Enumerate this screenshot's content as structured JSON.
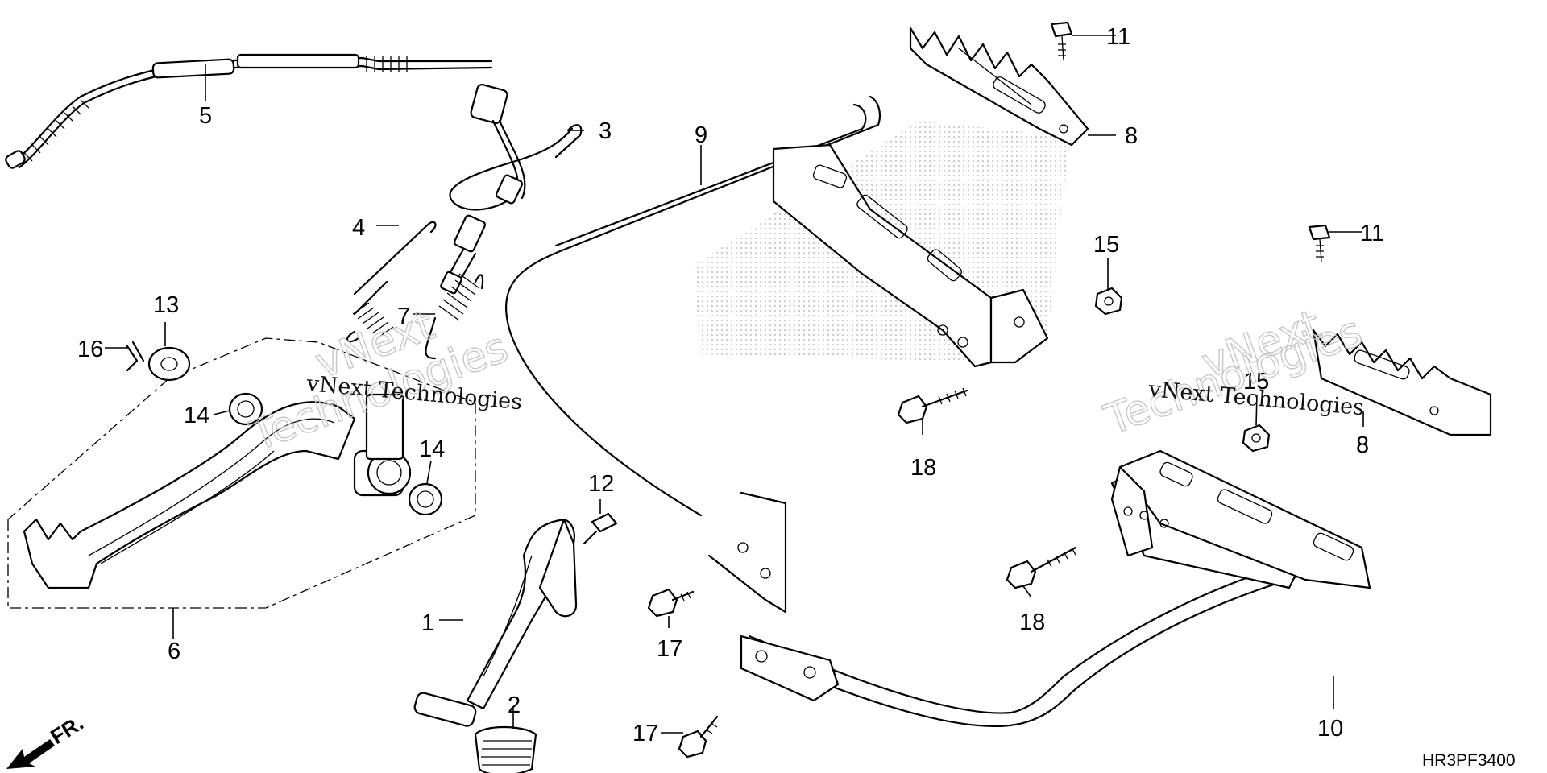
{
  "diagram": {
    "code": "HR3PF3400",
    "direction_label": "FR.",
    "watermark_line": "vNext Technologies",
    "watermark_big": "Technologies",
    "watermark_big2": "vNext",
    "callouts": [
      {
        "id": "c1",
        "label": "1"
      },
      {
        "id": "c2",
        "label": "2"
      },
      {
        "id": "c3",
        "label": "3"
      },
      {
        "id": "c4",
        "label": "4"
      },
      {
        "id": "c5",
        "label": "5"
      },
      {
        "id": "c6",
        "label": "6"
      },
      {
        "id": "c7",
        "label": "7"
      },
      {
        "id": "c8a",
        "label": "8"
      },
      {
        "id": "c8b",
        "label": "8"
      },
      {
        "id": "c9",
        "label": "9"
      },
      {
        "id": "c10",
        "label": "10"
      },
      {
        "id": "c11a",
        "label": "11"
      },
      {
        "id": "c11b",
        "label": "11"
      },
      {
        "id": "c12",
        "label": "12"
      },
      {
        "id": "c13",
        "label": "13"
      },
      {
        "id": "c14a",
        "label": "14"
      },
      {
        "id": "c14b",
        "label": "14"
      },
      {
        "id": "c15a",
        "label": "15"
      },
      {
        "id": "c15b",
        "label": "15"
      },
      {
        "id": "c16",
        "label": "16"
      },
      {
        "id": "c17a",
        "label": "17"
      },
      {
        "id": "c17b",
        "label": "17"
      },
      {
        "id": "c18a",
        "label": "18"
      },
      {
        "id": "c18b",
        "label": "18"
      }
    ]
  }
}
